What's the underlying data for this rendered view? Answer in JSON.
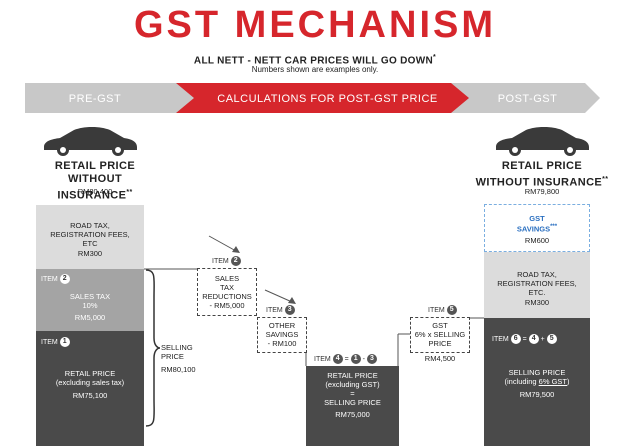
{
  "title": "GST MECHANISM",
  "subtitle": "ALL NETT - NETT CAR PRICES WILL GO DOWN",
  "subtitle_mark": "*",
  "note": "Numbers shown are examples only.",
  "banner": {
    "pre": "PRE-GST",
    "calc": "CALCULATIONS FOR POST-GST PRICE",
    "post": "POST-GST",
    "colors": {
      "grey": "#c8c8c8",
      "red": "#d6262c",
      "dark": "#4a4a4a"
    }
  },
  "left": {
    "car_icon": "car-icon",
    "label_line1": "RETAIL PRICE",
    "label_line2": "WITHOUT INSURANCE",
    "label_mark": "**",
    "price": "RM80,400",
    "road_tax": {
      "l1": "ROAD TAX,",
      "l2": "REGISTRATION FEES,",
      "l3": "ETC",
      "value": "RM300"
    },
    "sales_tax": {
      "item": "ITEM",
      "num": "2",
      "l1": "SALES TAX",
      "l2": "10%",
      "value": "RM5,000"
    },
    "retail": {
      "item": "ITEM",
      "num": "1",
      "l1": "RETAIL PRICE",
      "l2": "(excluding sales tax)",
      "value": "RM75,100"
    },
    "selling": {
      "l1": "SELLING",
      "l2": "PRICE",
      "value": "RM80,100"
    }
  },
  "middle": {
    "item2": {
      "item": "ITEM",
      "num": "2",
      "l1": "SALES",
      "l2": "TAX",
      "l3": "REDUCTIONS",
      "l4": "- RM5,000"
    },
    "item3": {
      "item": "ITEM",
      "num": "3",
      "l1": "OTHER",
      "l2": "SAVINGS",
      "l3": "- RM100"
    },
    "item4": {
      "item": "ITEM",
      "n4": "4",
      "eq": "=",
      "n1": "1",
      "minus": "-",
      "n3": "3",
      "l1": "RETAIL PRICE",
      "l2": "(excluding GST)",
      "l3": "=",
      "l4": "SELLING PRICE",
      "value": "RM75,000"
    },
    "item5": {
      "item": "ITEM",
      "num": "5",
      "l1": "GST",
      "l2": "6% x SELLING",
      "l3": "PRICE",
      "value": "RM4,500"
    }
  },
  "right": {
    "car_icon": "car-icon",
    "label_line1": "RETAIL PRICE",
    "label_line2": "WITHOUT INSURANCE",
    "label_mark": "**",
    "price": "RM79,800",
    "gst_savings": {
      "l1": "GST",
      "l2": "SAVINGS",
      "mark": "***",
      "value": "RM600"
    },
    "road_tax": {
      "l1": "ROAD TAX,",
      "l2": "REGISTRATION FEES,",
      "l3": "ETC.",
      "value": "RM300"
    },
    "item6": {
      "item": "ITEM",
      "n6": "6",
      "eq": "=",
      "n4": "4",
      "plus": "+",
      "n5": "5",
      "l1": "SELLING PRICE",
      "l2_pre": "(including ",
      "l2_mid": "6% GST",
      "l2_post": ")",
      "value": "RM79,500"
    }
  }
}
